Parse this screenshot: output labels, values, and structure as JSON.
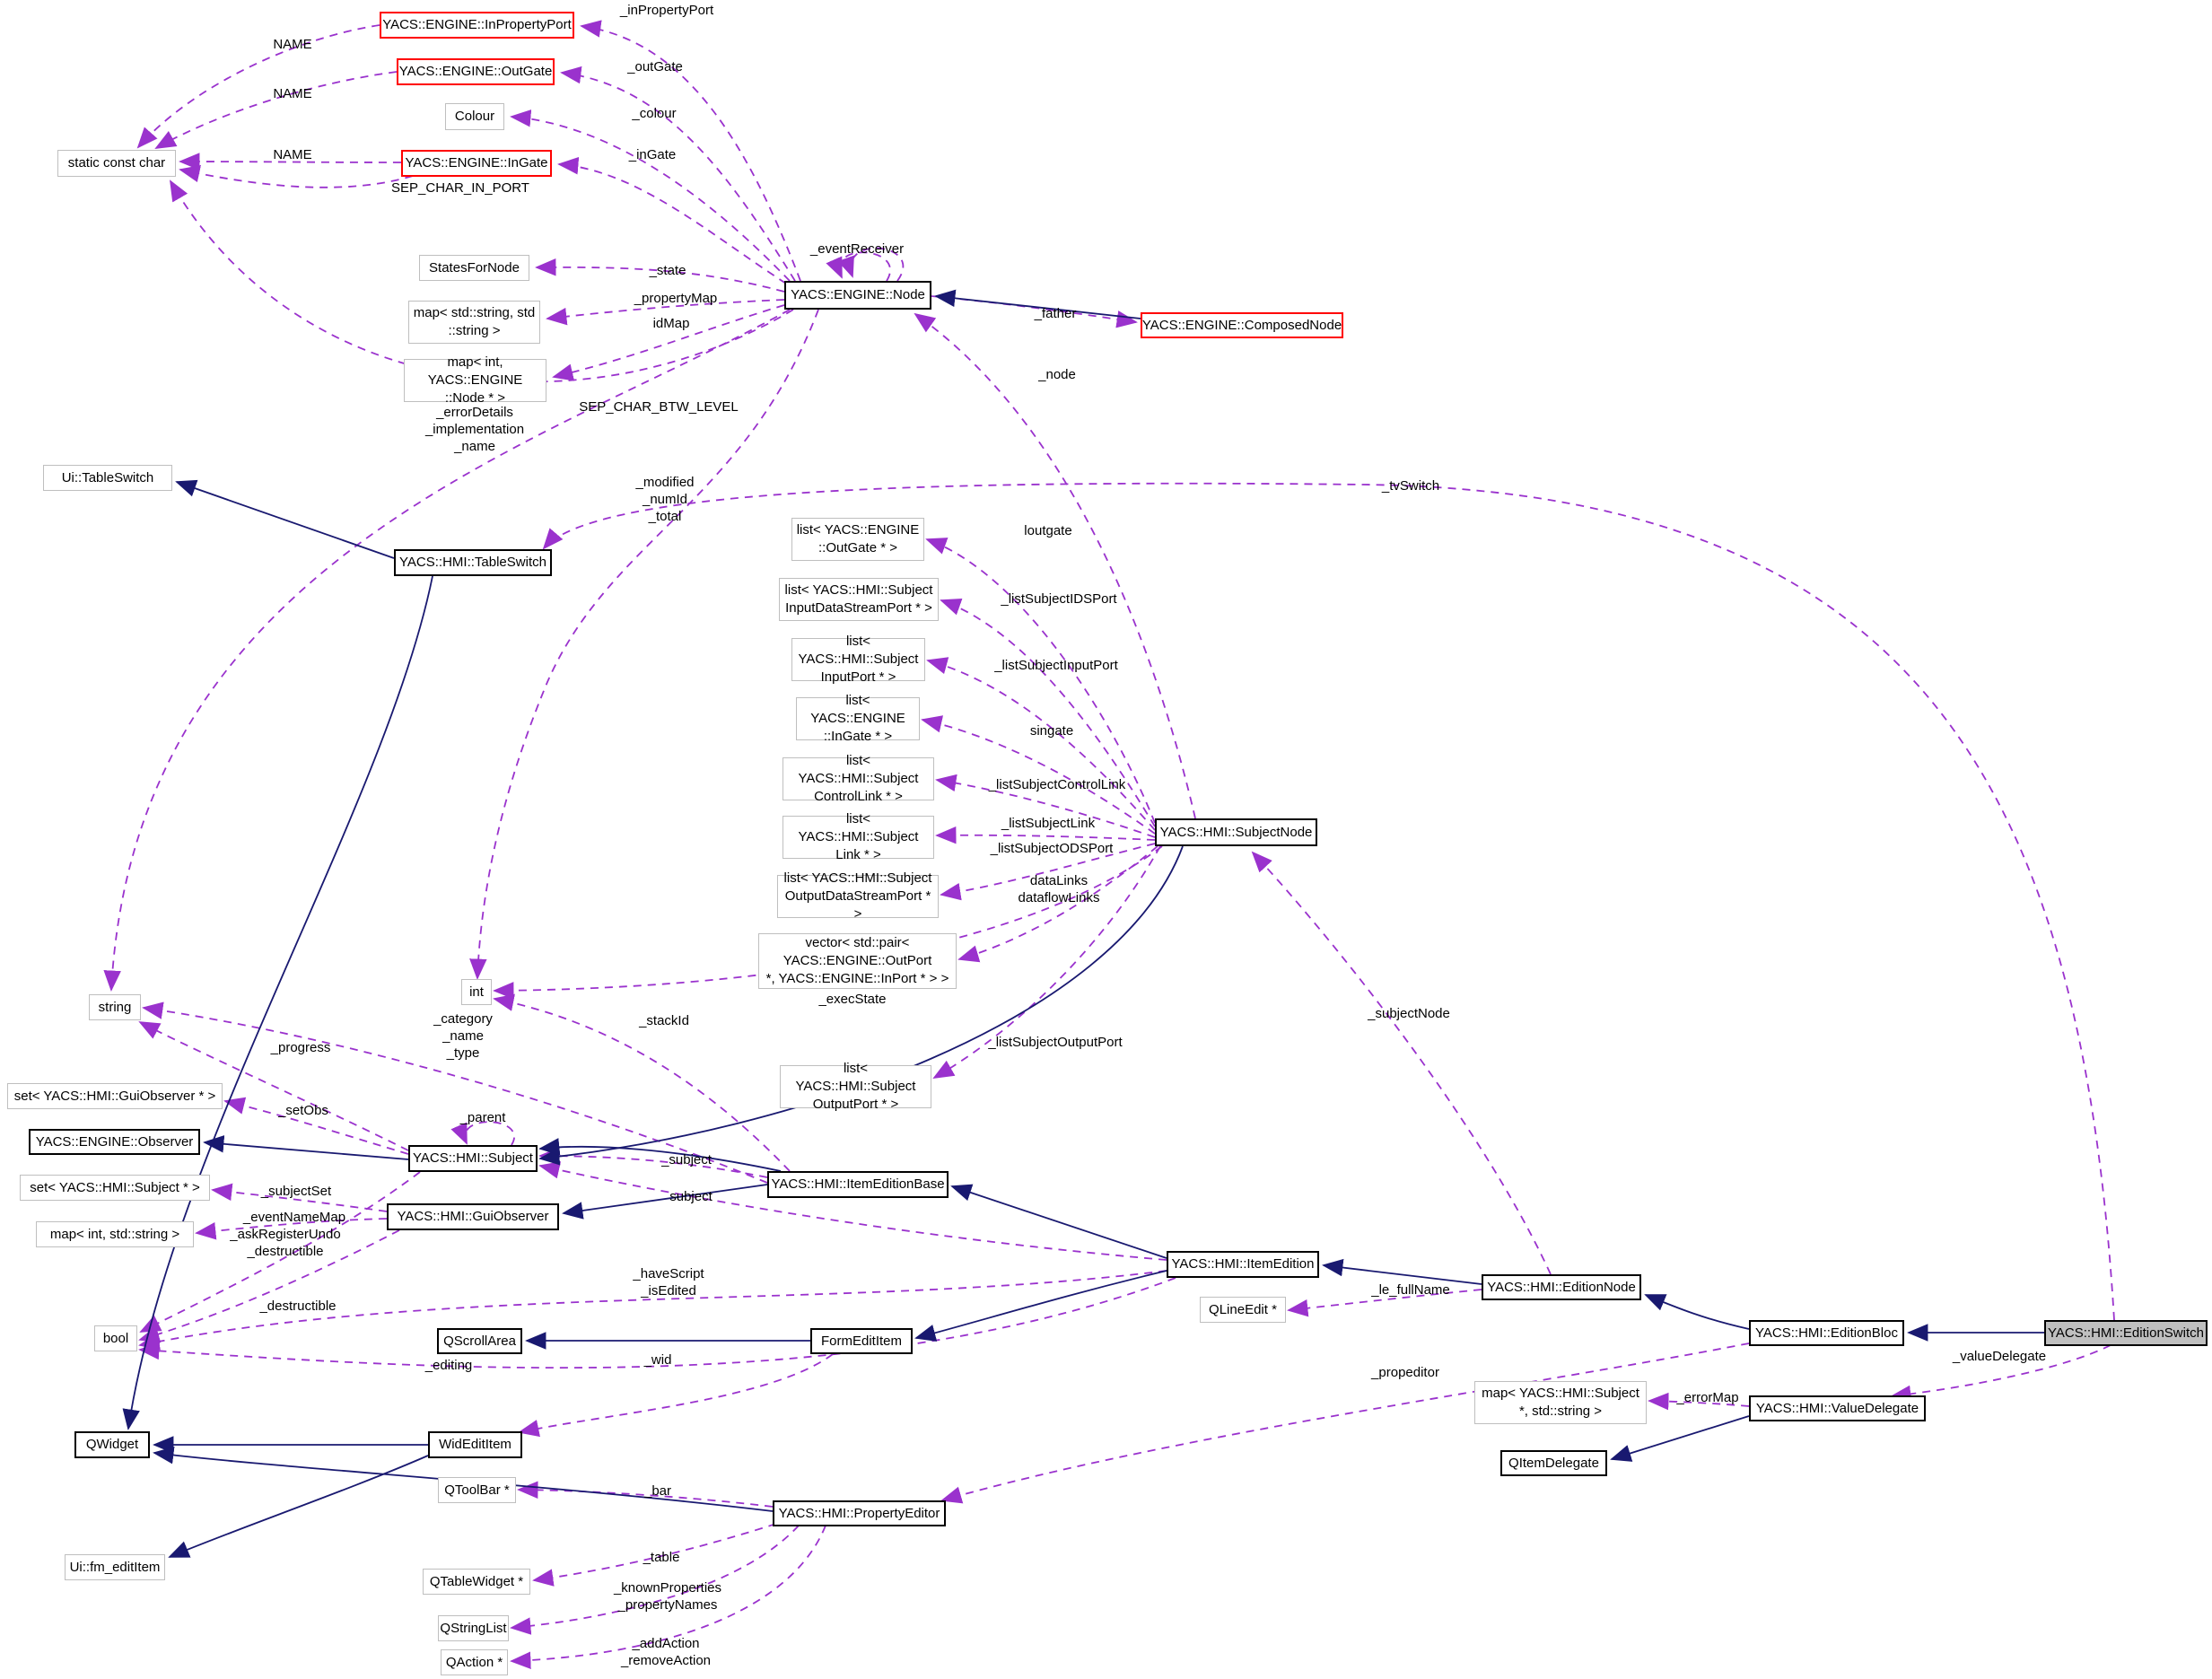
{
  "diagram": {
    "type": "doxygen-collaboration-graph",
    "current_class": "YACS::HMI::EditionSwitch",
    "colors": {
      "usage_edge": "#9a32cd",
      "inheritance_edge": "#191970",
      "truncated_box_border": "#ff0000",
      "class_box_border": "#000000",
      "external_box_border": "#bfbfbf",
      "current_box_fill": "#bfbfbf",
      "background": "#ffffff"
    }
  },
  "boxes": [
    {
      "label": "YACS::ENGINE::InPropertyPort"
    },
    {
      "label": "YACS::ENGINE::OutGate"
    },
    {
      "label": "Colour"
    },
    {
      "label": "YACS::ENGINE::InGate"
    },
    {
      "label": "static const char"
    },
    {
      "label": "StatesForNode"
    },
    {
      "label": "map< std::string, std\n::string >"
    },
    {
      "label": "map< int, YACS::ENGINE\n::Node * >"
    },
    {
      "label": "YACS::ENGINE::Node"
    },
    {
      "label": "YACS::ENGINE::ComposedNode"
    },
    {
      "label": "Ui::TableSwitch"
    },
    {
      "label": "YACS::HMI::TableSwitch"
    },
    {
      "label": "list< YACS::ENGINE\n::OutGate * >"
    },
    {
      "label": "list< YACS::HMI::Subject\nInputDataStreamPort * >"
    },
    {
      "label": "list< YACS::HMI::Subject\nInputPort * >"
    },
    {
      "label": "list< YACS::ENGINE\n::InGate * >"
    },
    {
      "label": "list< YACS::HMI::Subject\nControlLink * >"
    },
    {
      "label": "list< YACS::HMI::Subject\nLink * >"
    },
    {
      "label": "YACS::HMI::SubjectNode"
    },
    {
      "label": "list< YACS::HMI::Subject\nOutputDataStreamPort * >"
    },
    {
      "label": "vector< std::pair<\nYACS::ENGINE::OutPort\n*, YACS::ENGINE::InPort * > >"
    },
    {
      "label": "int"
    },
    {
      "label": "list< YACS::HMI::Subject\nOutputPort * >"
    },
    {
      "label": "string"
    },
    {
      "label": "set< YACS::HMI::GuiObserver * >"
    },
    {
      "label": "YACS::ENGINE::Observer"
    },
    {
      "label": "YACS::HMI::Subject"
    },
    {
      "label": "set< YACS::HMI::Subject * >"
    },
    {
      "label": "map< int, std::string >"
    },
    {
      "label": "YACS::HMI::GuiObserver"
    },
    {
      "label": "YACS::HMI::ItemEditionBase"
    },
    {
      "label": "YACS::HMI::ItemEdition"
    },
    {
      "label": "QLineEdit *"
    },
    {
      "label": "YACS::HMI::EditionNode"
    },
    {
      "label": "bool"
    },
    {
      "label": "QScrollArea"
    },
    {
      "label": "FormEditItem"
    },
    {
      "label": "YACS::HMI::EditionBloc"
    },
    {
      "label": "YACS::HMI::EditionSwitch"
    },
    {
      "label": "map< YACS::HMI::Subject\n*, std::string >"
    },
    {
      "label": "YACS::HMI::ValueDelegate"
    },
    {
      "label": "QItemDelegate"
    },
    {
      "label": "QWidget"
    },
    {
      "label": "WidEditItem"
    },
    {
      "label": "QToolBar *"
    },
    {
      "label": "YACS::HMI::PropertyEditor"
    },
    {
      "label": "Ui::fm_editItem"
    },
    {
      "label": "QTableWidget *"
    },
    {
      "label": "QStringList"
    },
    {
      "label": "QAction *"
    }
  ],
  "edges": [
    {
      "from": "YACS::ENGINE::Node",
      "to": "YACS::ENGINE::InPropertyPort",
      "label": "_inPropertyPort",
      "style": "usage"
    },
    {
      "from": "YACS::ENGINE::Node",
      "to": "YACS::ENGINE::OutGate",
      "label": "_outGate",
      "style": "usage"
    },
    {
      "from": "YACS::ENGINE::Node",
      "to": "Colour",
      "label": "_colour",
      "style": "usage"
    },
    {
      "from": "YACS::ENGINE::Node",
      "to": "YACS::ENGINE::InGate",
      "label": "_inGate",
      "style": "usage"
    },
    {
      "from": "YACS::ENGINE::Node",
      "to": "StatesForNode",
      "label": "_state",
      "style": "usage"
    },
    {
      "from": "YACS::ENGINE::Node",
      "to": "map< std::string, std::string >",
      "label": "_propertyMap",
      "style": "usage"
    },
    {
      "from": "YACS::ENGINE::Node",
      "to": "map< int, YACS::ENGINE::Node * >",
      "label": "idMap",
      "style": "usage"
    },
    {
      "from": "YACS::ENGINE::Node",
      "to": "static const char",
      "label": "SEP_CHAR_BTW_LEVEL",
      "style": "usage"
    },
    {
      "from": "YACS::ENGINE::Node",
      "to": "string",
      "label": "_errorDetails\n_implementation\n_name",
      "style": "usage"
    },
    {
      "from": "YACS::ENGINE::Node",
      "to": "YACS::ENGINE::Node",
      "label": "_eventReceiver",
      "style": "usage"
    },
    {
      "from": "YACS::ENGINE::Node",
      "to": "YACS::ENGINE::ComposedNode",
      "label": "_father",
      "style": "usage"
    },
    {
      "from": "YACS::ENGINE::InPropertyPort",
      "to": "static const char",
      "label": "NAME",
      "style": "usage"
    },
    {
      "from": "YACS::ENGINE::OutGate",
      "to": "static const char",
      "label": "NAME",
      "style": "usage"
    },
    {
      "from": "YACS::ENGINE::InGate",
      "to": "static const char",
      "label": "NAME",
      "style": "usage"
    },
    {
      "from": "YACS::ENGINE::InGate",
      "to": "static const char",
      "label": "SEP_CHAR_IN_PORT",
      "style": "usage"
    },
    {
      "from": "YACS::HMI::SubjectNode",
      "to": "YACS::ENGINE::Node",
      "label": "_node",
      "style": "usage"
    },
    {
      "from": "YACS::HMI::EditionSwitch",
      "to": "YACS::HMI::TableSwitch",
      "label": "_tvSwitch",
      "style": "usage"
    },
    {
      "from": "YACS::ENGINE::Node",
      "to": "int",
      "label": "_modified\n_numId\n_total",
      "style": "usage"
    },
    {
      "from": "YACS::HMI::SubjectNode",
      "to": "list< YACS::ENGINE::OutGate * >",
      "label": "loutgate",
      "style": "usage"
    },
    {
      "from": "YACS::HMI::SubjectNode",
      "to": "list< YACS::HMI::SubjectInputDataStreamPort * >",
      "label": "_listSubjectIDSPort",
      "style": "usage"
    },
    {
      "from": "YACS::HMI::SubjectNode",
      "to": "list< YACS::HMI::SubjectInputPort * >",
      "label": "_listSubjectInputPort",
      "style": "usage"
    },
    {
      "from": "YACS::HMI::SubjectNode",
      "to": "list< YACS::ENGINE::InGate * >",
      "label": "singate",
      "style": "usage"
    },
    {
      "from": "YACS::HMI::SubjectNode",
      "to": "list< YACS::HMI::SubjectControlLink * >",
      "label": "_listSubjectControlLink",
      "style": "usage"
    },
    {
      "from": "YACS::HMI::SubjectNode",
      "to": "list< YACS::HMI::SubjectLink * >",
      "label": "_listSubjectLink",
      "style": "usage"
    },
    {
      "from": "YACS::HMI::SubjectNode",
      "to": "list< YACS::HMI::SubjectOutputDataStreamPort * >",
      "label": "_listSubjectODSPort",
      "style": "usage"
    },
    {
      "from": "YACS::HMI::SubjectNode",
      "to": "vector< std::pair< YACS::ENGINE::OutPort *, YACS::ENGINE::InPort * > >",
      "label": "dataLinks\ndataflowLinks",
      "style": "usage"
    },
    {
      "from": "YACS::HMI::SubjectNode",
      "to": "int",
      "label": "_execState",
      "style": "usage"
    },
    {
      "from": "YACS::HMI::SubjectNode",
      "to": "list< YACS::HMI::SubjectOutputPort * >",
      "label": "_listSubjectOutputPort",
      "style": "usage"
    },
    {
      "from": "YACS::HMI::EditionNode",
      "to": "YACS::HMI::SubjectNode",
      "label": "_subjectNode",
      "style": "usage"
    },
    {
      "from": "YACS::HMI::ItemEditionBase",
      "to": "int",
      "label": "_stackId",
      "style": "usage"
    },
    {
      "from": "YACS::HMI::ItemEditionBase",
      "to": "string",
      "label": "_category\n_name\n_type",
      "style": "usage"
    },
    {
      "from": "YACS::HMI::Subject",
      "to": "string",
      "label": "_progress",
      "style": "usage"
    },
    {
      "from": "YACS::HMI::Subject",
      "to": "set< YACS::HMI::GuiObserver * >",
      "label": "_setObs",
      "style": "usage"
    },
    {
      "from": "YACS::HMI::Subject",
      "to": "YACS::HMI::Subject",
      "label": "_parent",
      "style": "usage"
    },
    {
      "from": "YACS::HMI::ItemEditionBase",
      "to": "YACS::HMI::Subject",
      "label": "_subject",
      "style": "usage"
    },
    {
      "from": "YACS::HMI::ItemEdition",
      "to": "YACS::HMI::Subject",
      "label": "subject",
      "style": "usage"
    },
    {
      "from": "YACS::HMI::GuiObserver",
      "to": "set< YACS::HMI::Subject * >",
      "label": "_subjectSet",
      "style": "usage"
    },
    {
      "from": "YACS::HMI::GuiObserver",
      "to": "map< int, std::string >",
      "label": "_eventNameMap",
      "style": "usage"
    },
    {
      "from": "YACS::HMI::Subject",
      "to": "bool",
      "label": "_askRegisterUndo\n_destructible",
      "style": "usage"
    },
    {
      "from": "YACS::HMI::GuiObserver",
      "to": "bool",
      "label": "_destructible",
      "style": "usage"
    },
    {
      "from": "YACS::HMI::ItemEdition",
      "to": "bool",
      "label": "_haveScript\n_isEdited",
      "style": "usage"
    },
    {
      "from": "YACS::HMI::ItemEdition",
      "to": "bool",
      "label": "_editing",
      "style": "usage"
    },
    {
      "from": "FormEditItem",
      "to": "WidEditItem",
      "label": "_wid",
      "style": "usage"
    },
    {
      "from": "YACS::HMI::EditionNode",
      "to": "QLineEdit *",
      "label": "_le_fullName",
      "style": "usage"
    },
    {
      "from": "YACS::HMI::EditionSwitch",
      "to": "YACS::HMI::ValueDelegate",
      "label": "_valueDelegate",
      "style": "usage"
    },
    {
      "from": "YACS::HMI::ValueDelegate",
      "to": "map< YACS::HMI::Subject *, std::string >",
      "label": "_errorMap",
      "style": "usage"
    },
    {
      "from": "YACS::HMI::EditionBloc",
      "to": "YACS::HMI::PropertyEditor",
      "label": "_propeditor",
      "style": "usage"
    },
    {
      "from": "YACS::HMI::PropertyEditor",
      "to": "QToolBar *",
      "label": "_bar",
      "style": "usage"
    },
    {
      "from": "YACS::HMI::PropertyEditor",
      "to": "QTableWidget *",
      "label": "_table",
      "style": "usage"
    },
    {
      "from": "YACS::HMI::PropertyEditor",
      "to": "QStringList",
      "label": "_knownProperties\n_propertyNames",
      "style": "usage"
    },
    {
      "from": "YACS::HMI::PropertyEditor",
      "to": "QAction *",
      "label": "_addAction\n_removeAction",
      "style": "usage"
    },
    {
      "from": "YACS::ENGINE::ComposedNode",
      "to": "YACS::ENGINE::Node",
      "label": "",
      "style": "inheritance"
    },
    {
      "from": "YACS::HMI::TableSwitch",
      "to": "Ui::TableSwitch",
      "label": "",
      "style": "inheritance"
    },
    {
      "from": "YACS::HMI::TableSwitch",
      "to": "QWidget",
      "label": "",
      "style": "inheritance"
    },
    {
      "from": "YACS::HMI::SubjectNode",
      "to": "YACS::HMI::Subject",
      "label": "",
      "style": "inheritance"
    },
    {
      "from": "YACS::HMI::Subject",
      "to": "YACS::ENGINE::Observer",
      "label": "",
      "style": "inheritance"
    },
    {
      "from": "YACS::HMI::ItemEditionBase",
      "to": "YACS::HMI::Subject",
      "label": "",
      "style": "inheritance"
    },
    {
      "from": "YACS::HMI::ItemEditionBase",
      "to": "YACS::HMI::GuiObserver",
      "label": "",
      "style": "inheritance"
    },
    {
      "from": "YACS::HMI::ItemEdition",
      "to": "YACS::HMI::ItemEditionBase",
      "label": "",
      "style": "inheritance"
    },
    {
      "from": "YACS::HMI::ItemEdition",
      "to": "FormEditItem",
      "label": "",
      "style": "inheritance"
    },
    {
      "from": "FormEditItem",
      "to": "QScrollArea",
      "label": "",
      "style": "inheritance"
    },
    {
      "from": "YACS::HMI::EditionNode",
      "to": "YACS::HMI::ItemEdition",
      "label": "",
      "style": "inheritance"
    },
    {
      "from": "YACS::HMI::EditionBloc",
      "to": "YACS::HMI::EditionNode",
      "label": "",
      "style": "inheritance"
    },
    {
      "from": "YACS::HMI::EditionSwitch",
      "to": "YACS::HMI::EditionBloc",
      "label": "",
      "style": "inheritance"
    },
    {
      "from": "YACS::HMI::ValueDelegate",
      "to": "QItemDelegate",
      "label": "",
      "style": "inheritance"
    },
    {
      "from": "WidEditItem",
      "to": "QWidget",
      "label": "",
      "style": "inheritance"
    },
    {
      "from": "WidEditItem",
      "to": "Ui::fm_editItem",
      "label": "",
      "style": "inheritance"
    },
    {
      "from": "YACS::HMI::PropertyEditor",
      "to": "QWidget",
      "label": "",
      "style": "inheritance"
    }
  ]
}
